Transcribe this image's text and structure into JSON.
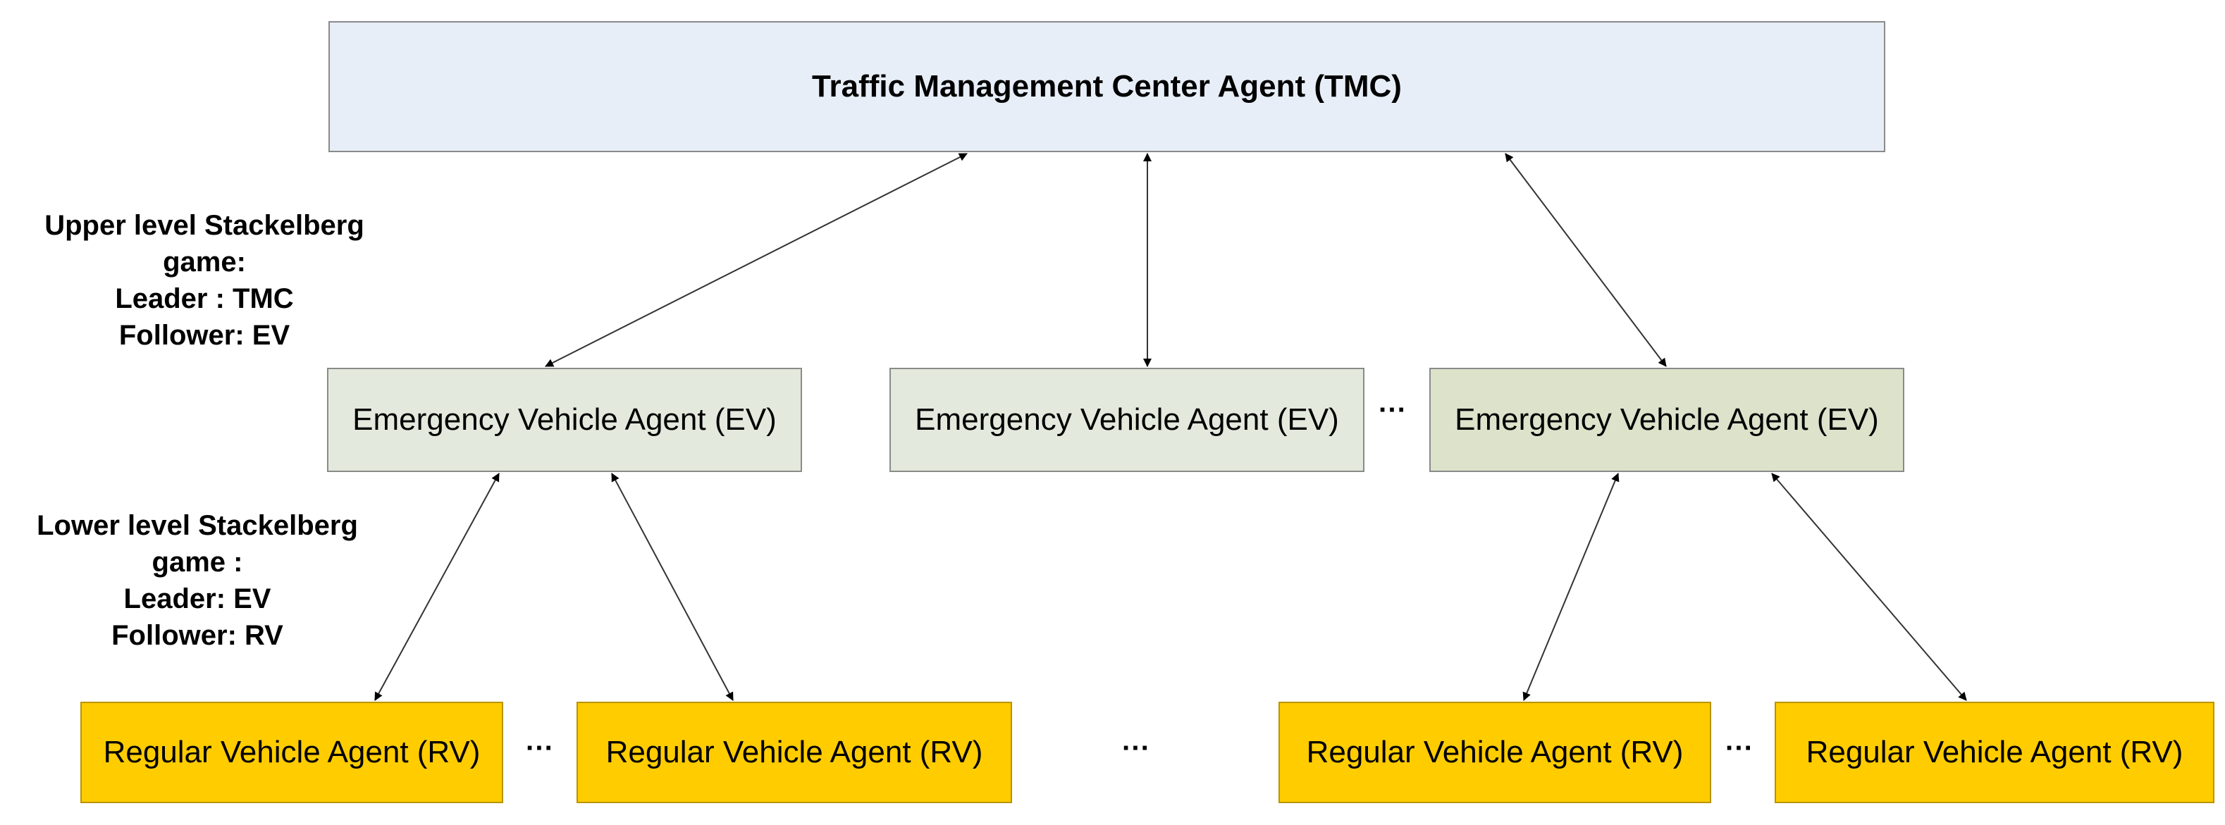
{
  "tmc": {
    "label": "Traffic Management Center Agent (TMC)"
  },
  "ev_boxes": [
    {
      "label": "Emergency Vehicle Agent  (EV)"
    },
    {
      "label": "Emergency Vehicle Agent  (EV)"
    },
    {
      "label": "Emergency Vehicle Agent  (EV)"
    }
  ],
  "rv_boxes": [
    {
      "label": "Regular Vehicle Agent  (RV)"
    },
    {
      "label": "Regular Vehicle Agent  (RV)"
    },
    {
      "label": "Regular Vehicle Agent  (RV)"
    },
    {
      "label": "Regular Vehicle Agent  (RV)"
    }
  ],
  "upper_game": {
    "lines": [
      "Upper level Stackelberg",
      "game:",
      "Leader : TMC",
      "Follower: EV"
    ]
  },
  "lower_game": {
    "lines": [
      "Lower level Stackelberg",
      "game :",
      "Leader: EV",
      "Follower: RV"
    ]
  },
  "ellipsis": "···",
  "colors": {
    "tmc_fill": "#e8eef7",
    "ev_fill": "#e3eadd",
    "rv_fill": "#ffcc00",
    "connector": "#333333"
  }
}
